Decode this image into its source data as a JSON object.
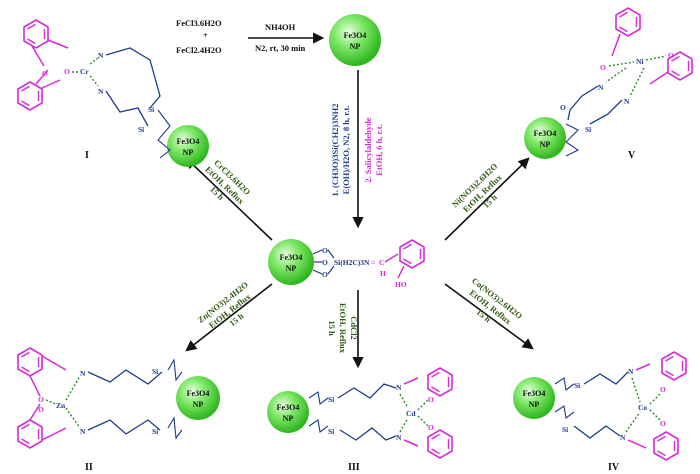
{
  "colors": {
    "reagent": "#2f5a14",
    "silane": "#1f3c8c",
    "aldehyde": "#d62ad6",
    "ligand_ring": "#d62ad6",
    "linker": "#1f3c8c",
    "sphere": "#6fe05a"
  },
  "top": {
    "reactant_1": "FeCl3.6H2O",
    "plus": "+",
    "reactant_2": "FeCl2.4H2O",
    "cond_1": "NH4OH",
    "cond_2": "N2, rt, 30 min",
    "product_line1": "Fe3O4",
    "product_line2": "NP"
  },
  "center": {
    "step1_line1": "1. (CH3O)3Si(CH2)3NH2",
    "step1_line2": "E(OH)/H2O, N2, 8 h, r.t.",
    "step2_line1": "2. Salicylaldehyde",
    "step2_line2": "EtOH, 6 h, r.t.",
    "np_line1": "Fe3O4",
    "np_line2": "NP",
    "linker": "Si(H2C)3N",
    "eq": "=",
    "c": "C",
    "h": "H",
    "ho": "HO"
  },
  "arrows": {
    "to_I": {
      "line1": "CrCl3.6H2O",
      "line2": "EtOH, Reflux",
      "line3": "15 h"
    },
    "to_V": {
      "line1": "Ni(NO3)2.6H2O",
      "line2": "EtOH, Reflux",
      "line3": "15 h"
    },
    "to_II": {
      "line1": "Zn(NO3)2.4H2O",
      "line2": "EtOH, Reflux",
      "line3": "15 h"
    },
    "to_III": {
      "line1": "CdCl2",
      "line2": "EtOH, Reflux",
      "line3": "15 h"
    },
    "to_IV": {
      "line1": "Co(NO3)2.6H2O",
      "line2": "EtOH, Reflux",
      "line3": "15 h"
    }
  },
  "complexes": {
    "I": {
      "label": "I",
      "metal": "Cr",
      "np1": "Fe3O4",
      "np2": "NP"
    },
    "II": {
      "label": "II",
      "metal": "Zn",
      "np1": "Fe3O4",
      "np2": "NP"
    },
    "III": {
      "label": "III",
      "metal": "Cd",
      "np1": "Fe3O4",
      "np2": "NP"
    },
    "IV": {
      "label": "IV",
      "metal": "Co",
      "np1": "Fe3O4",
      "np2": "NP"
    },
    "V": {
      "label": "V",
      "metal": "Ni",
      "np1": "Fe3O4",
      "np2": "NP"
    }
  },
  "atoms": {
    "o": "O",
    "n": "N",
    "si": "Si"
  }
}
